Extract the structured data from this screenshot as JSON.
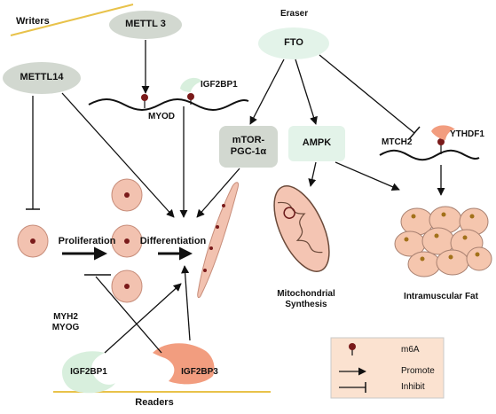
{
  "writers": {
    "title": "Writers",
    "mettl3": "METTL 3",
    "mettl14": "METTL14",
    "igf2bp1": "IGF2BP1",
    "myod": "MYOD"
  },
  "eraser": {
    "title": "Eraser",
    "fto": "FTO",
    "mtor": "mTOR-\nPGC-1α",
    "ampk": "AMPK",
    "mtch2": "MTCH2",
    "ythdf1": "YTHDF1",
    "mito": "Mitochondrial\nSynthesis",
    "fat": "Intramuscular Fat"
  },
  "cells": {
    "proliferation": "Proliferation",
    "differentiation": "Differentiation",
    "myh2_myog": "MYH2\nMYOG"
  },
  "readers": {
    "title": "Readers",
    "igf2bp1": "IGF2BP1",
    "igf2bp3": "IGF2BP3"
  },
  "legend": {
    "m6a": "m6A",
    "promote": "Promote",
    "inhibit": "Inhibit"
  },
  "colors": {
    "gray_node": "#d2d8d0",
    "green_node": "#e3f3e9",
    "cell_fill": "#f2c2b0",
    "cell_dot": "#7a1a1a",
    "pink_mito": "#f4c5b3",
    "orange_reader": "#f29d7f",
    "legend_bg": "#fbe2d0",
    "gold_line": "#e8c24a"
  }
}
